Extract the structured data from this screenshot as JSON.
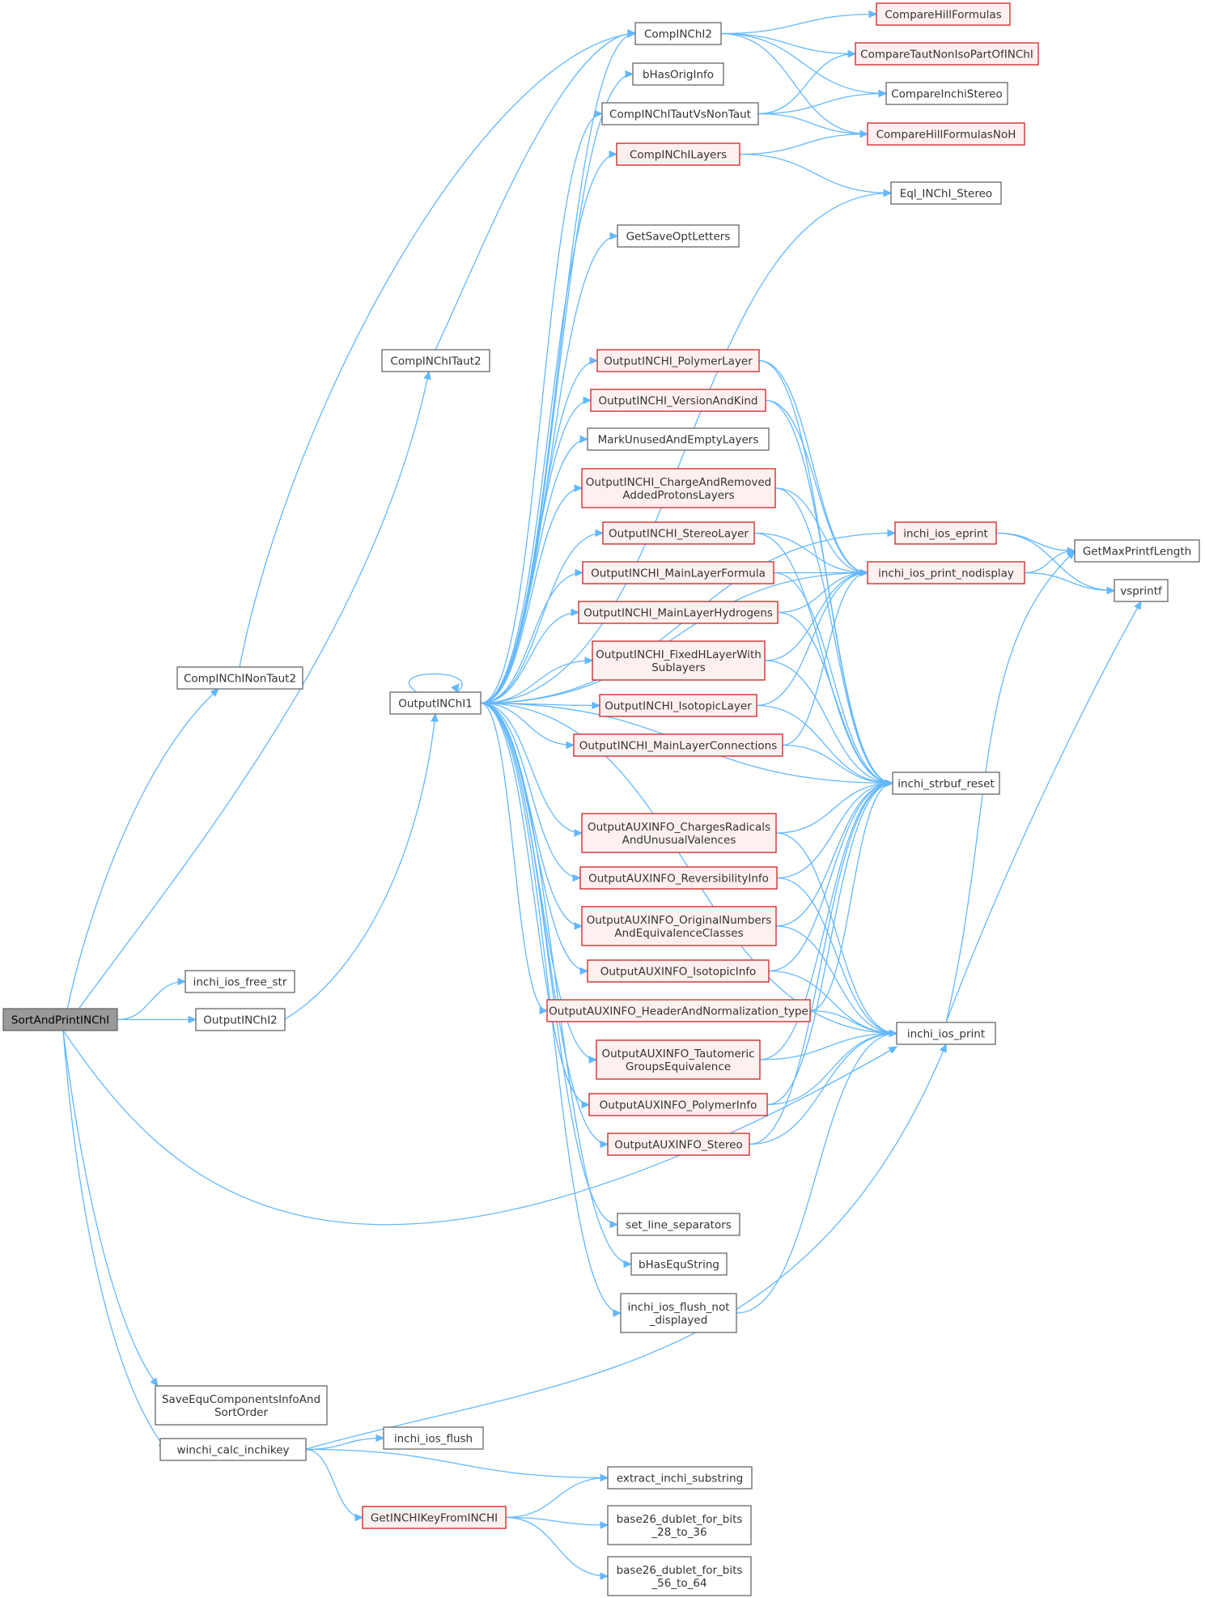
{
  "colors": {
    "edge": "#63b8ff",
    "node_border": "#666666",
    "highlight_border": "#cc2222",
    "highlight_fill": "#fff0f0",
    "root_fill": "#999999"
  },
  "nodes": {
    "root": "SortAndPrintINChI",
    "nontaut2": "CompINChINonTaut2",
    "taut2": "CompINChITaut2",
    "freestr": "inchi_ios_free_str",
    "out2": "OutputINChI2",
    "out1": "OutputINChI1",
    "saveequ": [
      "SaveEquComponentsInfoAnd",
      "SortOrder"
    ],
    "calckey": "winchi_calc_inchikey",
    "comp2": "CompINChI2",
    "hasorig": "bHasOrigInfo",
    "tautvs": "CompINChITautVsNonTaut",
    "layers": "CompINChILayers",
    "getsave": "GetSaveOptLetters",
    "polymer": "OutputINCHI_PolymerLayer",
    "version": "OutputINCHI_VersionAndKind",
    "markunused": "MarkUnusedAndEmptyLayers",
    "charge": [
      "OutputINCHI_ChargeAndRemoved",
      "AddedProtonsLayers"
    ],
    "stereo": "OutputINCHI_StereoLayer",
    "formula": "OutputINCHI_MainLayerFormula",
    "hydro": "OutputINCHI_MainLayerHydrogens",
    "fixedh": [
      "OutputINCHI_FixedHLayerWith",
      "Sublayers"
    ],
    "isolayer": "OutputINCHI_IsotopicLayer",
    "conn": "OutputINCHI_MainLayerConnections",
    "auxcharges": [
      "OutputAUXINFO_ChargesRadicals",
      "AndUnusualValences"
    ],
    "auxrev": "OutputAUXINFO_ReversibilityInfo",
    "auxorig": [
      "OutputAUXINFO_OriginalNumbers",
      "AndEquivalenceClasses"
    ],
    "auxiso": "OutputAUXINFO_IsotopicInfo",
    "auxheader": "OutputAUXINFO_HeaderAndNormalization_type",
    "auxtaut": [
      "OutputAUXINFO_Tautomeric",
      "GroupsEquivalence"
    ],
    "auxpoly": "OutputAUXINFO_PolymerInfo",
    "auxstereo": "OutputAUXINFO_Stereo",
    "setline": "set_line_separators",
    "hasequ": "bHasEquString",
    "flushnd": [
      "inchi_ios_flush_not",
      "_displayed"
    ],
    "flush": "inchi_ios_flush",
    "extract": "extract_inchi_substring",
    "getkey": "GetINCHIKeyFromINCHI",
    "b26a": [
      "base26_dublet_for_bits",
      "_28_to_36"
    ],
    "b26b": [
      "base26_dublet_for_bits",
      "_56_to_64"
    ],
    "hill": "CompareHillFormulas",
    "tautnon": "CompareTautNonIsoPartOfINChI",
    "inchistereo": "CompareInchiStereo",
    "hillnoh": "CompareHillFormulasNoH",
    "eqlstereo": "Eql_INChI_Stereo",
    "eprint": "inchi_ios_eprint",
    "nodisplay": "inchi_ios_print_nodisplay",
    "strbuf": "inchi_strbuf_reset",
    "iosprint": "inchi_ios_print",
    "maxprintf": "GetMaxPrintfLength",
    "vsprintf": "vsprintf"
  }
}
